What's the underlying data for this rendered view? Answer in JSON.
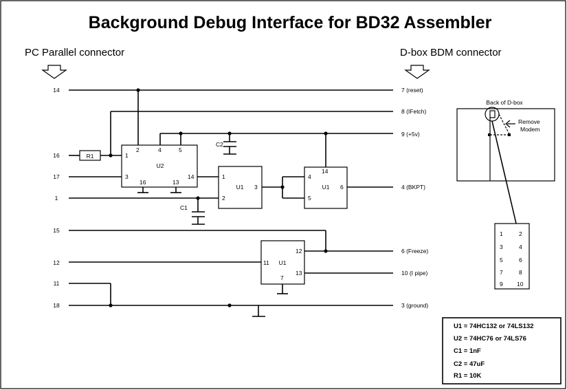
{
  "title": "Background Debug Interface for BD32 Assembler",
  "left_header": "PC Parallel connector",
  "right_header": "D-box BDM connector",
  "left_pins": [
    "14",
    "16",
    "17",
    "1",
    "15",
    "12",
    "11",
    "18"
  ],
  "right_pins": [
    "7 (reset)",
    "8 (IFetch)",
    "9 (+5v)",
    "4 (BKPT)",
    "6 (Freeze)",
    "10 (I pipe)",
    "3 (ground)"
  ],
  "resistor": "R1",
  "capacitors": [
    "C2",
    "C1"
  ],
  "u2": {
    "label": "U2",
    "pins": [
      "1",
      "2",
      "3",
      "4",
      "5",
      "16",
      "13",
      "14"
    ]
  },
  "u1a": {
    "label": "U1",
    "pins": [
      "1",
      "2",
      "3"
    ]
  },
  "u1b": {
    "label": "U1",
    "pins": [
      "14",
      "4",
      "5",
      "6"
    ]
  },
  "u1c": {
    "label": "U1",
    "pins": [
      "12",
      "11",
      "13",
      "7"
    ]
  },
  "dbox": {
    "caption": "Back of D-box",
    "remove_label": "Remove\nModem"
  },
  "connector_pins": [
    [
      "1",
      "2"
    ],
    [
      "3",
      "4"
    ],
    [
      "5",
      "6"
    ],
    [
      "7",
      "8"
    ],
    [
      "9",
      "10"
    ]
  ],
  "legend": [
    "U1 = 74HC132 or 74LS132",
    "U2 = 74HC76 or 74LS76",
    "C1 = 1nF",
    "C2 = 47uF",
    "R1 = 10K"
  ]
}
